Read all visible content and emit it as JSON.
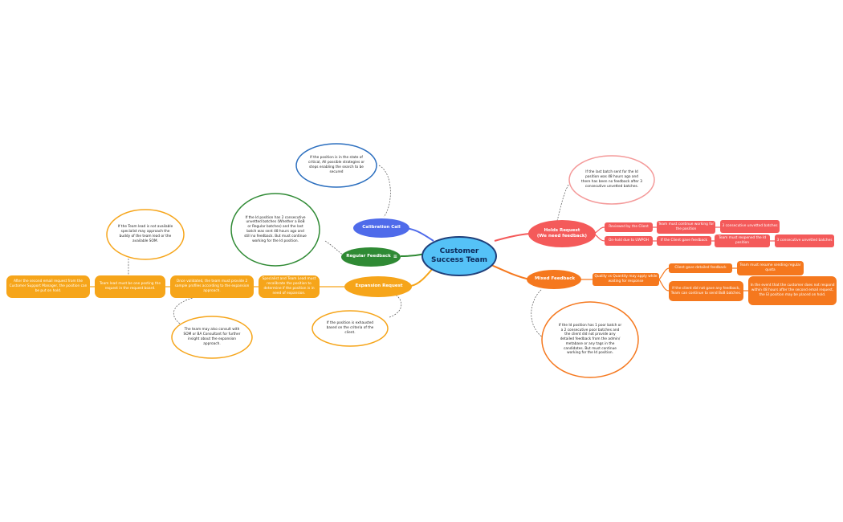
{
  "center": "Customer\nSuccess Team",
  "calibration": {
    "title": "Calibration Call",
    "note": "If the position is in the state of critical, All possible strategies or steps enabling the search to be secured"
  },
  "regular": {
    "title": "Regular Feedback",
    "icon": "notes-icon",
    "note": "If the Id position has 2 consecutive unvetted batches (Whether a BoB or Regular batches) and the last batch was sent 48 hours ago and still no feedback. But must continue working for the Id position."
  },
  "expansion": {
    "title": "Expansion Request",
    "step1": "Specialist and Team Lead must recalibrate the position to determine if the position is in need of expansion.",
    "step2": "Once validated, the team must provide 2 sample profiles according to the expansion approach.",
    "step3": "Team lead must be one posting the request in the request board.",
    "step4": "After the second email request from the Customer Support Manager, the position can be put on hold.",
    "note_exhausted": "If the position is exhausted based on the criteria of the client.",
    "note_consult": "The team may also consult with SOM or BA Consultant for further insight about the expansion approach.",
    "note_lead": "If the Team lead is not available specialist may approach the buddy of the team lead or the available SOM."
  },
  "holds": {
    "title": "Holds Request\n(We need feedback)",
    "note": "If the last batch sent for the Id position was 48 hours ago and there has been no feedback after 3 consecutive unvetted batches.",
    "branch1": "Reviewed by the Client",
    "branch1_a": "Team must continue working for the position",
    "branch1_b": "3 consecutive unvetted batches",
    "branch2": "On-hold due to UWPOH",
    "branch2_a": "If the Client gave feedback",
    "branch2_b": "Team must reopened the Id position",
    "branch2_c": "3 consecutive unvetted batches"
  },
  "mixed": {
    "title": "Mixed Feedback",
    "quality": "Quality vs Quantity may apply while waiting for response",
    "detailed": "Client gave detailed feedback",
    "resume": "Team must resume sending regular quota",
    "no_feedback": "If the client did not gave any feedback, Team can continue to send BoB batches.",
    "event": "In the event that the customer does not respond within 48 hours after the second email request, the EI position may be placed on hold.",
    "note": "If the Id position has 1 poor batch or a 2 consecutive poor batches and the client did not provide any detailed feedback from the admin/ metabase or any tags in the candidates. But must continue working for the Id position."
  },
  "colors": {
    "center": "#55c2f7",
    "calibration": "#4f6bea",
    "regular": "#2f8a34",
    "expansion": "#f6a51a",
    "holds": "#f45a5a",
    "mixed": "#f5781e"
  }
}
